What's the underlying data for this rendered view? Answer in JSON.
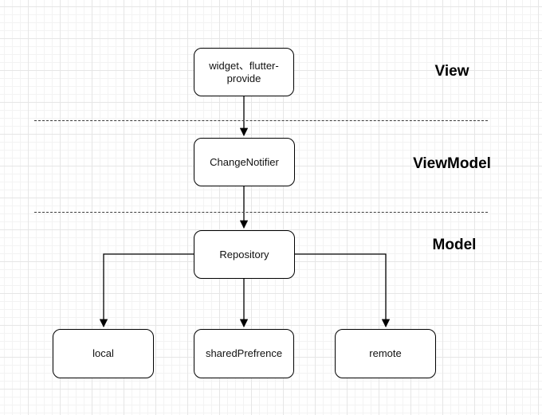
{
  "diagram": {
    "nodes": {
      "widget": {
        "lines": [
          "widget、flutter-",
          "provide"
        ]
      },
      "change_notifier": {
        "label": "ChangeNotifier"
      },
      "repository": {
        "label": "Repository"
      },
      "local": {
        "label": "local"
      },
      "shared_prefrence": {
        "label": "sharedPrefrence"
      },
      "remote": {
        "label": "remote"
      }
    },
    "layers": [
      {
        "label": "View"
      },
      {
        "label": "ViewModel"
      },
      {
        "label": "Model"
      }
    ],
    "colors": {
      "background": "#ffffff",
      "grid_minor": "#f3f3f3",
      "grid_major": "#e6e6e6",
      "node_fill": "#ffffff",
      "node_border": "#000000",
      "text": "#111111",
      "connector": "#000000",
      "divider": "#3b3b3b"
    }
  }
}
